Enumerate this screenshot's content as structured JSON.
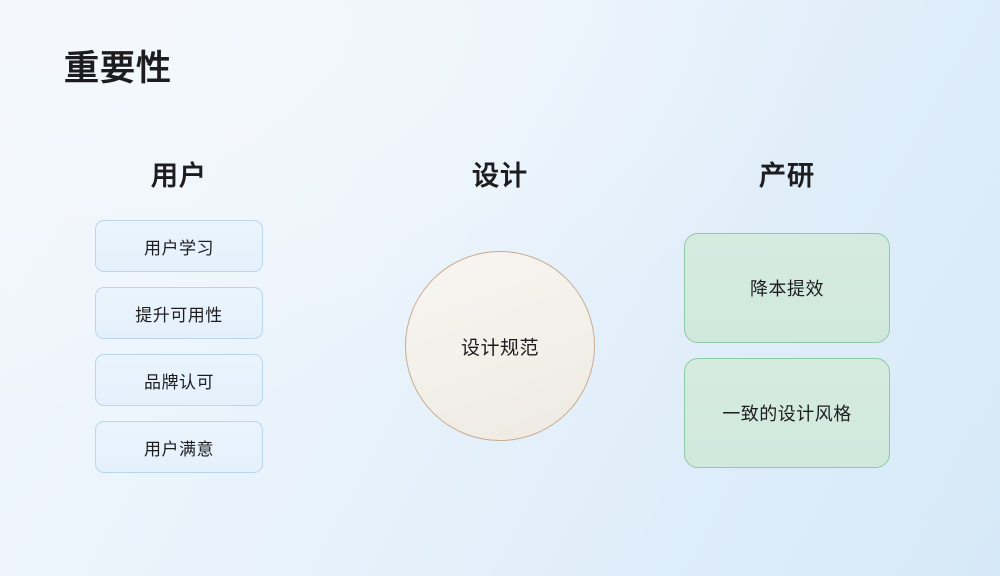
{
  "slide": {
    "title": "重要性",
    "background_top_left": "#f1f7fd",
    "background_bottom_right": "#d6e9f8"
  },
  "columns": {
    "user": {
      "title": "用户",
      "accent_border": "#b9d6ef",
      "accent_fill": "#e8f3fd",
      "items": [
        {
          "label": "用户学习"
        },
        {
          "label": "提升可用性"
        },
        {
          "label": "品牌认可"
        },
        {
          "label": "用户满意"
        }
      ]
    },
    "design": {
      "title": "设计",
      "accent_border": "#c6ad90",
      "accent_fill": "#f4f1eb",
      "circle": {
        "label": "设计规范"
      }
    },
    "product": {
      "title": "产研",
      "accent_border": "#90c9a5",
      "accent_fill": "#d3e8dd",
      "items": [
        {
          "label": "降本提效"
        },
        {
          "label": "一致的设计风格"
        }
      ]
    }
  }
}
